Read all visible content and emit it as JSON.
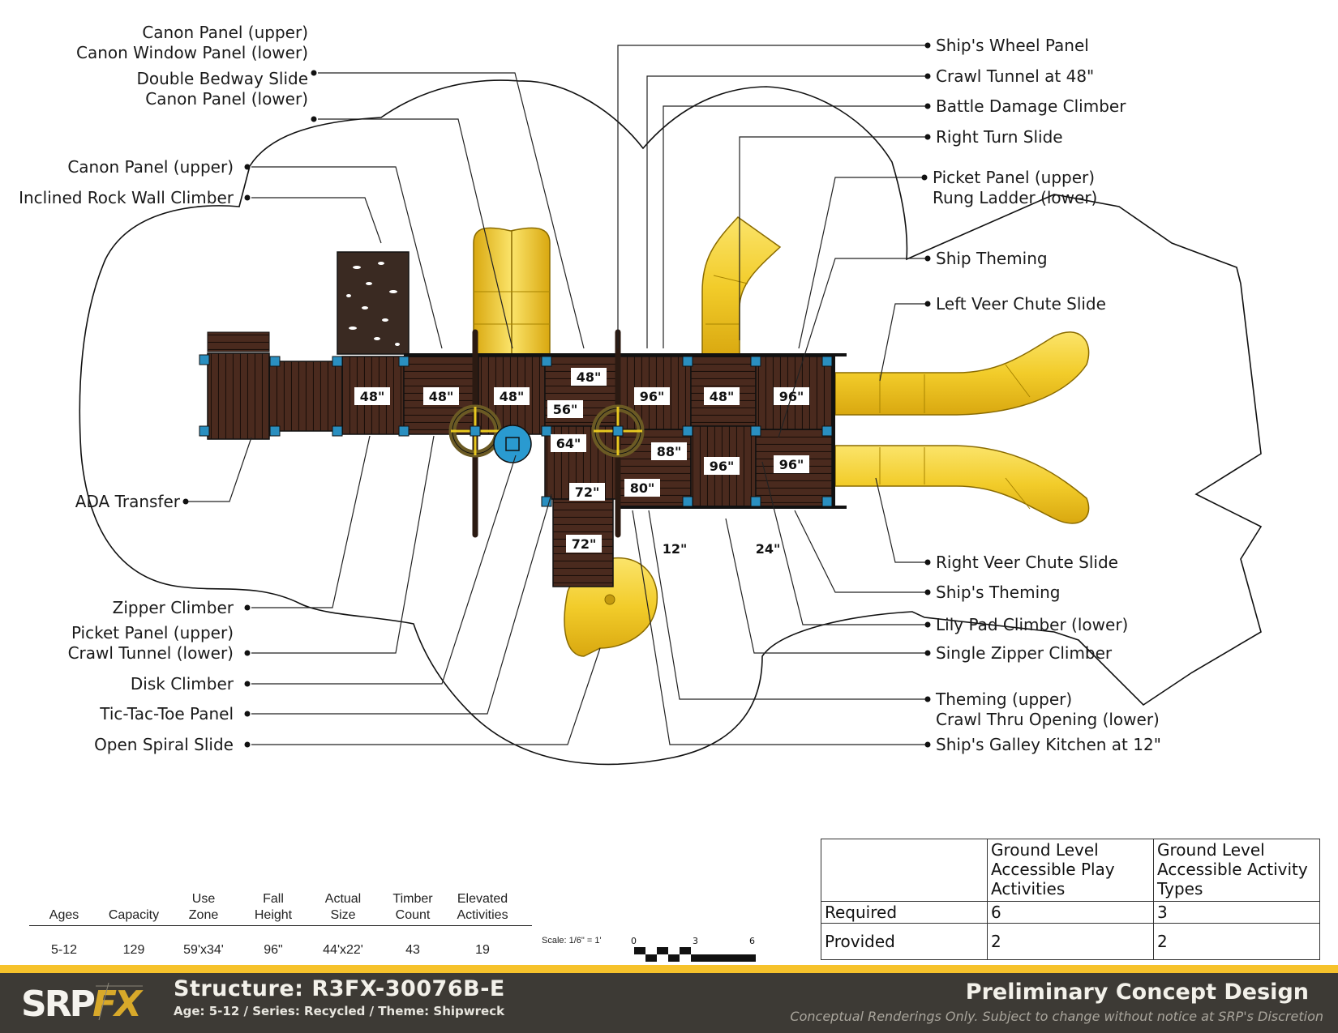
{
  "callouts_left": [
    {
      "lines": [
        "Canon Panel (upper)",
        "Canon Window Panel (lower)"
      ]
    },
    {
      "lines": [
        "Double Bedway Slide",
        "Canon Panel (lower)"
      ]
    },
    {
      "lines": [
        "Canon Panel (upper)"
      ]
    },
    {
      "lines": [
        "Inclined Rock Wall Climber"
      ]
    },
    {
      "lines": [
        "ADA Transfer"
      ]
    },
    {
      "lines": [
        "Zipper Climber"
      ]
    },
    {
      "lines": [
        "Picket Panel (upper)",
        "Crawl Tunnel (lower)"
      ]
    },
    {
      "lines": [
        "Disk Climber"
      ]
    },
    {
      "lines": [
        "Tic-Tac-Toe Panel"
      ]
    },
    {
      "lines": [
        "Open Spiral Slide"
      ]
    }
  ],
  "callouts_right": [
    {
      "lines": [
        "Ship's Wheel Panel"
      ]
    },
    {
      "lines": [
        "Crawl Tunnel at 48\""
      ]
    },
    {
      "lines": [
        "Battle Damage Climber"
      ]
    },
    {
      "lines": [
        "Right Turn Slide"
      ]
    },
    {
      "lines": [
        "Picket Panel (upper)",
        "Rung Ladder (lower)"
      ]
    },
    {
      "lines": [
        "Ship Theming"
      ]
    },
    {
      "lines": [
        "Left Veer Chute Slide"
      ]
    },
    {
      "lines": [
        "Right Veer Chute Slide"
      ]
    },
    {
      "lines": [
        "Ship's Theming"
      ]
    },
    {
      "lines": [
        "Lily Pad Climber (lower)"
      ]
    },
    {
      "lines": [
        "Single Zipper Climber"
      ]
    },
    {
      "lines": [
        "Theming (upper)",
        "Crawl Thru Opening (lower)"
      ]
    },
    {
      "lines": [
        "Ship's Galley Kitchen at 12\""
      ]
    }
  ],
  "deck_heights": [
    "48\"",
    "48\"",
    "48\"",
    "48\"",
    "56\"",
    "64\"",
    "72\"",
    "72\"",
    "96\"",
    "48\"",
    "96\"",
    "88\"",
    "80\"",
    "96\"",
    "96\""
  ],
  "ground_heights": [
    "12\"",
    "24\""
  ],
  "specs": {
    "headers": [
      [
        "",
        "Ages"
      ],
      [
        "",
        "Capacity"
      ],
      [
        "Use",
        "Zone"
      ],
      [
        "Fall",
        "Height"
      ],
      [
        "Actual",
        "Size"
      ],
      [
        "Timber",
        "Count"
      ],
      [
        "Elevated",
        "Activities"
      ]
    ],
    "values": [
      "5-12",
      "129",
      "59'x34'",
      "96\"",
      "44'x22'",
      "43",
      "19"
    ]
  },
  "scale": {
    "label": "Scale: 1/6\" = 1'",
    "ticks": [
      "0",
      "3",
      "6"
    ]
  },
  "accessibility_table": {
    "headers": [
      "",
      "Ground Level Accessible Play Activities",
      "Ground Level Accessible Activity Types"
    ],
    "rows": [
      {
        "label": "Required",
        "play": "6",
        "types": "3"
      },
      {
        "label": "Provided",
        "play": "2",
        "types": "2"
      }
    ]
  },
  "footer": {
    "logo_text": "SRPFX",
    "structure": "Structure: R3FX-30076B-E",
    "subline": "Age: 5-12 / Series: Recycled / Theme: Shipwreck",
    "status": "Preliminary Concept Design",
    "disclaimer": "Conceptual Renderings Only. Subject to change without notice at SRP's Discretion"
  },
  "colors": {
    "deck": "#4a2a1e",
    "slide": "#f2cc2a",
    "post_cap": "#2a8fc0",
    "footer_bg": "#3d3a35",
    "footer_stripe": "#f6c22b",
    "rock": "#3a2a22"
  }
}
